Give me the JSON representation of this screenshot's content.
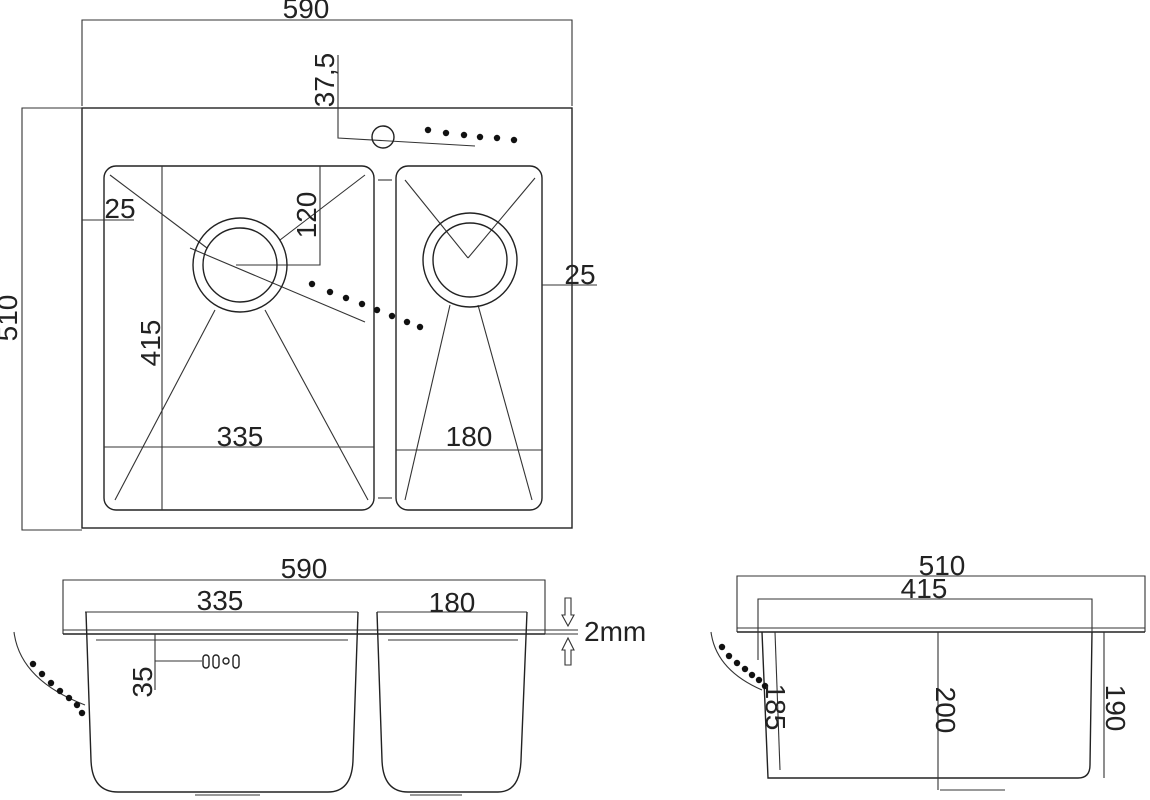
{
  "top_view": {
    "overall_width": "590",
    "overall_depth": "510",
    "tap_hole_offset": "37,5",
    "left_bowl_margin": "25",
    "drain_offset": "120",
    "left_bowl_length": "415",
    "left_bowl_width": "335",
    "right_bowl_width": "180",
    "right_bowl_margin": "25"
  },
  "front_view": {
    "overall_width": "590",
    "left_bowl_width": "335",
    "right_bowl_width": "180",
    "thickness": "2mm",
    "overflow_height": "35"
  },
  "side_view": {
    "overall_depth": "510",
    "bowl_length": "415",
    "front_depth": "185",
    "center_depth": "200",
    "back_depth": "190"
  }
}
